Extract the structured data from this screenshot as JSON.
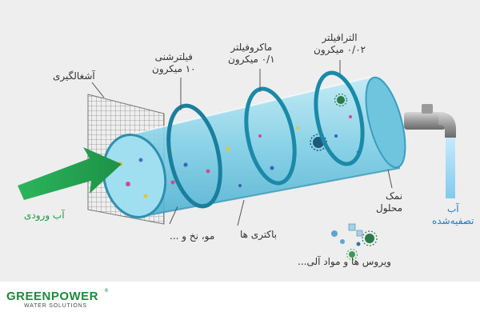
{
  "labels": {
    "mesh": "آشغالگیری",
    "sediment_l1": "فیلترشنی",
    "sediment_l2": "۱۰ میکرون",
    "micro_l1": "ماکروفیلتر",
    "micro_l2": "۰/۱ میکرون",
    "ultra_l1": "الترافیلتر",
    "ultra_l2": "۰/۰۲ میکرون",
    "inlet": "آب ورودی",
    "outlet_l1": "آب",
    "outlet_l2": "تصفیه‌شده",
    "hair": "مو، نخ و ...",
    "bacteria": "باکتری ها",
    "salt_l1": "نمک",
    "salt_l2": "محلول",
    "virus": "ویروس ها و مواد آلی..."
  },
  "logo": {
    "name": "GREENPOWER",
    "tagline": "WATER SOLUTIONS",
    "reg": "®"
  },
  "colors": {
    "inlet_arrow": "#27a85a",
    "tube": "#8fd6ea",
    "ring": "#1a8aa8",
    "outlet_text": "#2478c6",
    "inlet_text": "#1a9a4a"
  }
}
